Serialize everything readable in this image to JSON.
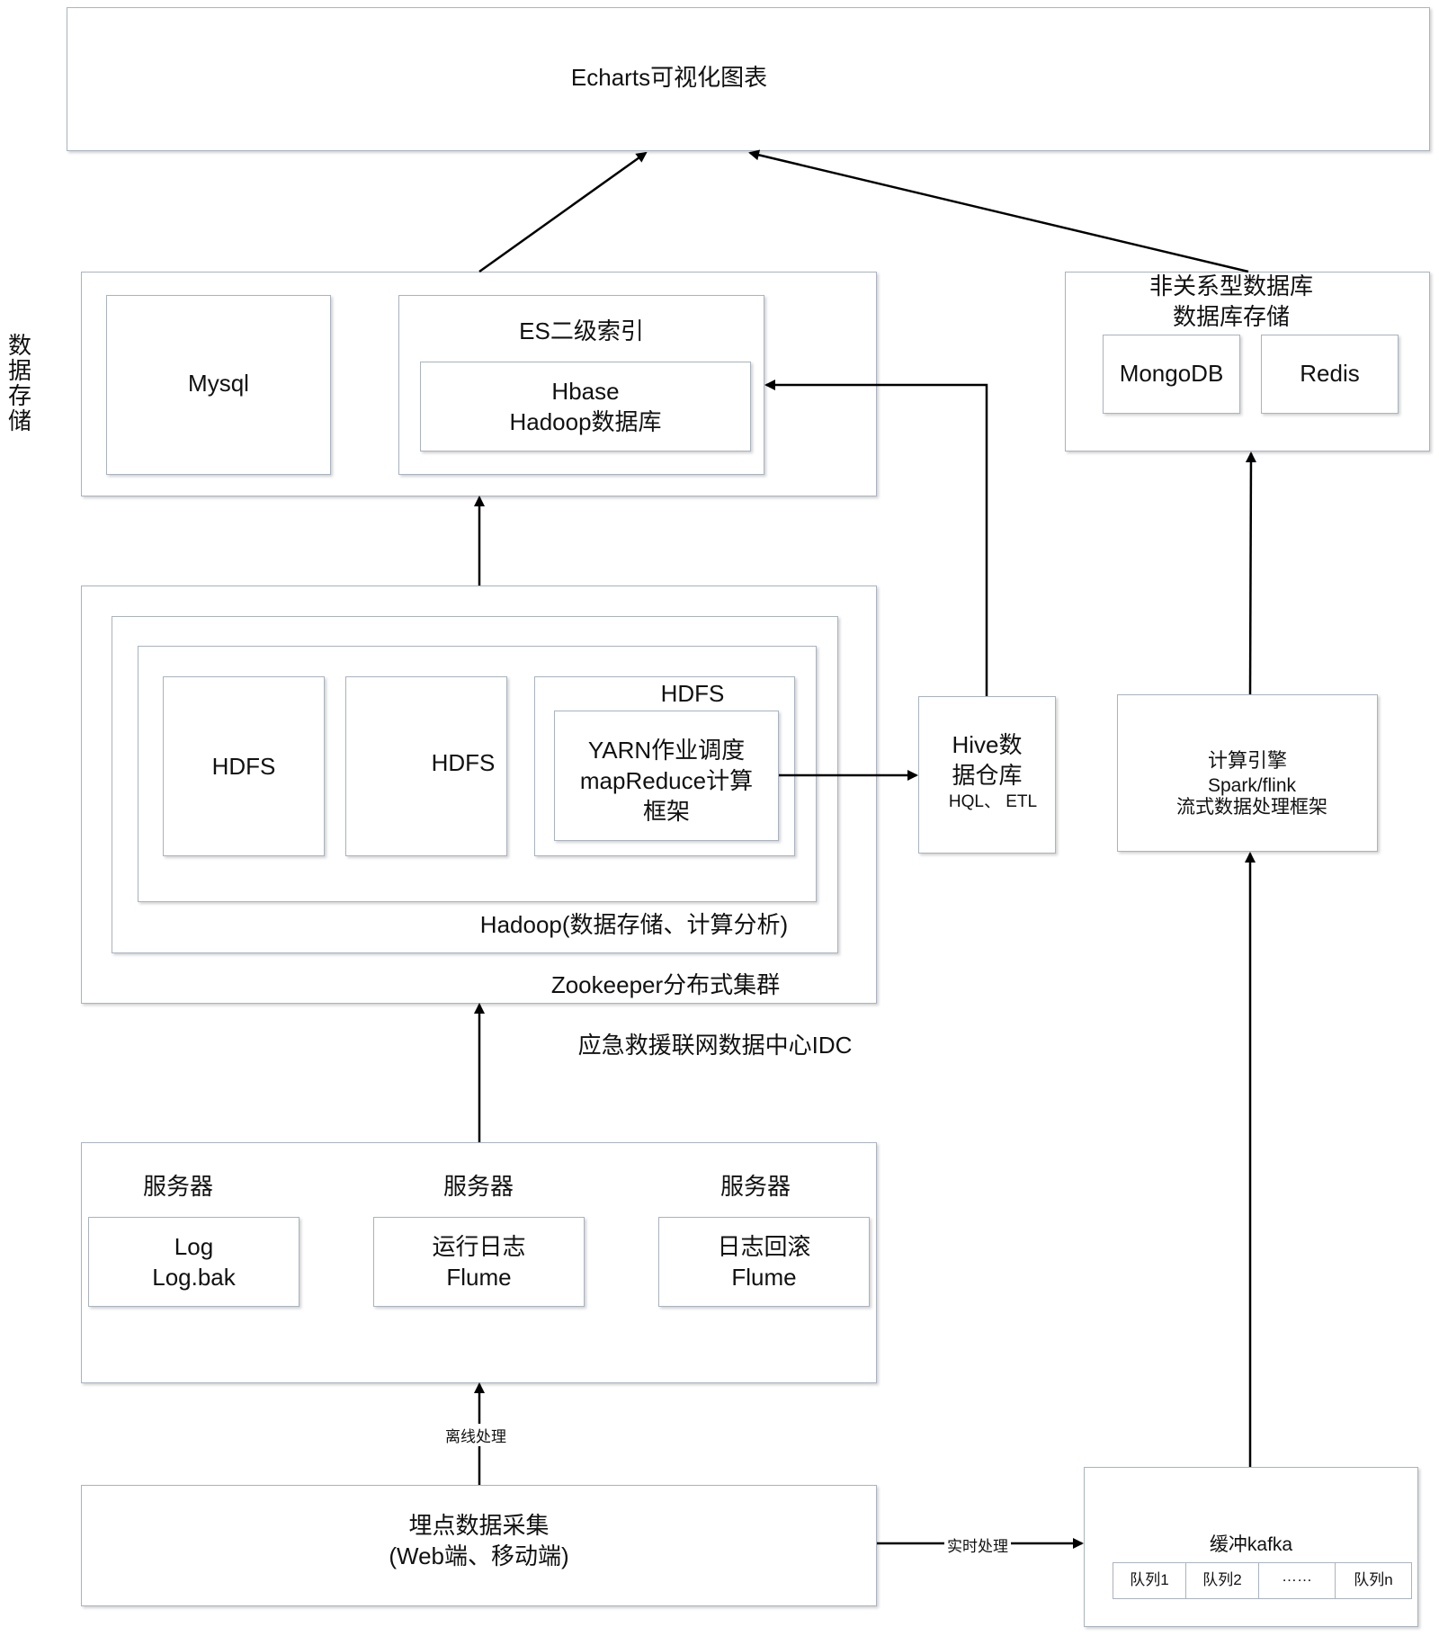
{
  "top": {
    "title": "Echarts可视化图表"
  },
  "side_label": "数据存储",
  "storage": {
    "mysql": "Mysql",
    "es_title": "ES二级索引",
    "hbase": "Hbase\nHadoop数据库"
  },
  "nosql": {
    "title": "非关系型数据库\n数据库存储",
    "mongodb": "MongoDB",
    "redis": "Redis"
  },
  "cluster": {
    "hdfs1": "HDFS",
    "hdfs2": "HDFS",
    "hdfs3": "HDFS",
    "yarn": "YARN作业调度\nmapReduce计算\n框架",
    "hadoop_label": "Hadoop(数据存储、计算分析)",
    "zookeeper_label": "Zookeeper分布式集群",
    "idc_label": "应急救援联网数据中心IDC"
  },
  "hive": {
    "title": "Hive数\n据仓库",
    "sub": "HQL、 ETL"
  },
  "engine": {
    "title": "计算引擎",
    "sub": "Spark/flink\n流式数据处理框架"
  },
  "servers": [
    {
      "label": "服务器",
      "content": "Log\nLog.bak"
    },
    {
      "label": "服务器",
      "content": "运行日志\nFlume"
    },
    {
      "label": "服务器",
      "content": "日志回滚\nFlume"
    }
  ],
  "collect": {
    "title": "埋点数据采集\n(Web端、移动端)"
  },
  "edges": {
    "offline": "离线处理",
    "realtime": "实时处理"
  },
  "kafka": {
    "title": "缓冲kafka",
    "queues": [
      "队列1",
      "队列2",
      "……",
      "队列n"
    ]
  }
}
